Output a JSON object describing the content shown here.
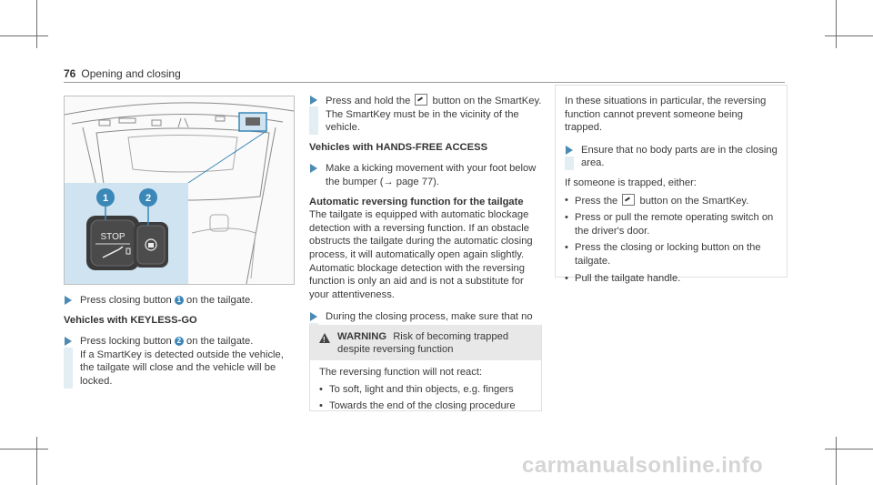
{
  "header": {
    "page_number": "76",
    "section": "Opening and closing"
  },
  "figure": {
    "stop_label": "STOP",
    "callout_1": "1",
    "callout_2": "2"
  },
  "col1": {
    "step1_a": "Press closing button ",
    "step1_num": "1",
    "step1_b": " on the tailgate.",
    "heading1": "Vehicles with KEYLESS-GO",
    "step2_a": "Press locking button ",
    "step2_num": "2",
    "step2_b": " on the tailgate.",
    "step2_c": "If a SmartKey is detected outside the vehicle, the tailgate will close and the vehicle will be locked."
  },
  "col2": {
    "step3_a": "Press and hold the ",
    "step3_b": " button on the SmartKey. The SmartKey must be in the vicinity of the vehicle.",
    "heading2": "Vehicles with HANDS-FREE ACCESS",
    "step4": "Make a kicking movement with your foot below the bumper (→ page 77).",
    "heading3": "Automatic reversing function for the tailgate",
    "para1": "The tailgate is equipped with automatic blockage detection with a reversing function. If an obstacle obstructs the tailgate during the automatic closing process, it will automatically open again slightly. Automatic blockage detection with the reversing function is only an aid and is not a substitute for your attentiveness.",
    "step5": "During the closing process, make sure that no body parts are in the closing area."
  },
  "warning": {
    "label": "WARNING",
    "title": "Risk of becoming trapped despite reversing function",
    "intro": "The reversing function will not react:",
    "items": [
      "To soft, light and thin objects, e.g. fingers",
      "Towards the end of the closing procedure"
    ]
  },
  "info": {
    "para": "In these situations in particular, the reversing function cannot prevent someone being trapped.",
    "step": "Ensure that no body parts are in the closing area.",
    "lead": "If someone is trapped, either:",
    "item1_a": "Press the ",
    "item1_b": " button on the SmartKey.",
    "item2": "Press or pull the remote operating switch on the driver's door.",
    "item3": "Press the closing or locking button on the tailgate.",
    "item4": "Pull the tailgate handle."
  },
  "watermark": "carmanualsonline.info",
  "colors": {
    "accent": "#3b87b8",
    "bullet_bar": "#e3edf4",
    "warning_bg": "#e8e8e8"
  }
}
